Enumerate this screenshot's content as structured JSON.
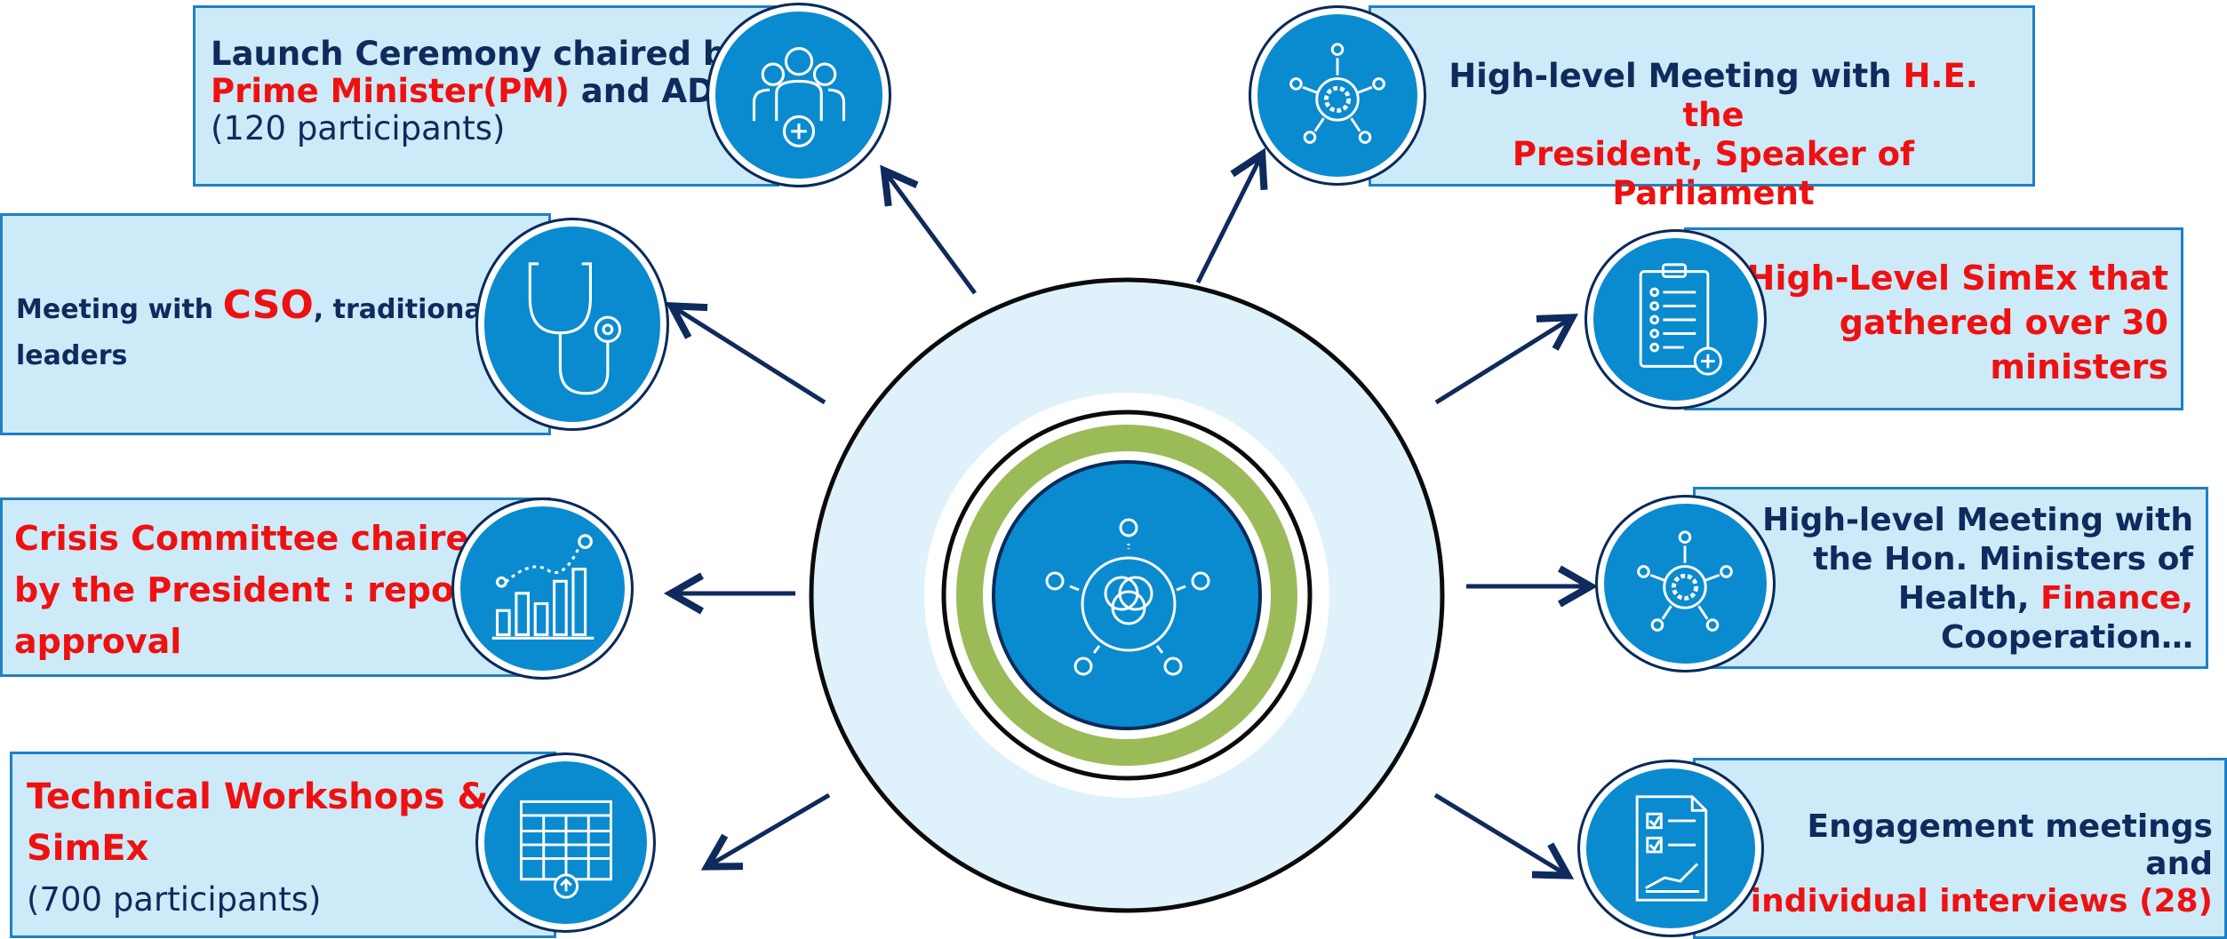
{
  "colors": {
    "box_fill": "#cdeaf9",
    "box_border": "#1f80c4",
    "icon_circle": "#0a8bd0",
    "dark_navy": "#0f2a5c",
    "highlight_red": "#ee1111",
    "ring_green": "#9bbb59",
    "ring_light_blue": "#dff1fb"
  },
  "items": {
    "launch": {
      "icon": "people-plus-icon",
      "line1": "Launch Ceremony chaired by",
      "line2_red": "Prime Minister(PM)",
      "line2_rest": " and ADG",
      "line3": "(120 participants)"
    },
    "cso": {
      "icon": "stethoscope-icon",
      "prefix": "Meeting with ",
      "red": "CSO",
      "suffix": ", traditional",
      "line2": "leaders"
    },
    "crisis": {
      "icon": "chart-growth-icon",
      "line1": "Crisis Committee chaired",
      "line2": "by the President : report",
      "line3": "approval"
    },
    "workshops": {
      "icon": "table-window-icon",
      "line1": "Technical Workshops &",
      "line2": "SimEx",
      "line3": "(700 participants)"
    },
    "president": {
      "icon": "network-hub-icon",
      "line1_dark": "High-level Meeting with ",
      "line1_red": "H.E. the",
      "line2_red": "President, Speaker of Parliament"
    },
    "simex": {
      "icon": "clipboard-plus-icon",
      "line1": "High-Level SimEx that",
      "line2": "gathered over 30",
      "line3": "ministers"
    },
    "ministers": {
      "icon": "network-hub-icon",
      "line1": "High-level Meeting with",
      "line2": "the Hon. Ministers of",
      "line3_dark": "Health, ",
      "line3_red": "Finance,",
      "line4": "Cooperation…"
    },
    "engagement": {
      "icon": "checklist-document-icon",
      "line1": "Engagement meetings and",
      "line2": "individual interviews (28)"
    }
  },
  "center": {
    "icon": "interlinked-hub-icon"
  }
}
